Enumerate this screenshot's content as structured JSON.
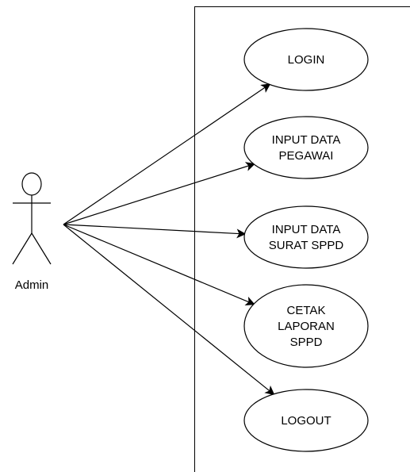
{
  "actor": {
    "name": "Admin"
  },
  "use_cases": [
    {
      "id": "login",
      "lines": [
        "LOGIN"
      ]
    },
    {
      "id": "input-data-pegawai",
      "lines": [
        "INPUT DATA",
        "PEGAWAI"
      ]
    },
    {
      "id": "input-data-surat-sppd",
      "lines": [
        "INPUT DATA",
        "SURAT SPPD"
      ]
    },
    {
      "id": "cetak-laporan-sppd",
      "lines": [
        "CETAK",
        "LAPORAN",
        "SPPD"
      ]
    },
    {
      "id": "logout",
      "lines": [
        "LOGOUT"
      ]
    }
  ],
  "colors": {
    "stroke": "#000000",
    "fill": "#ffffff",
    "text": "#000000"
  }
}
